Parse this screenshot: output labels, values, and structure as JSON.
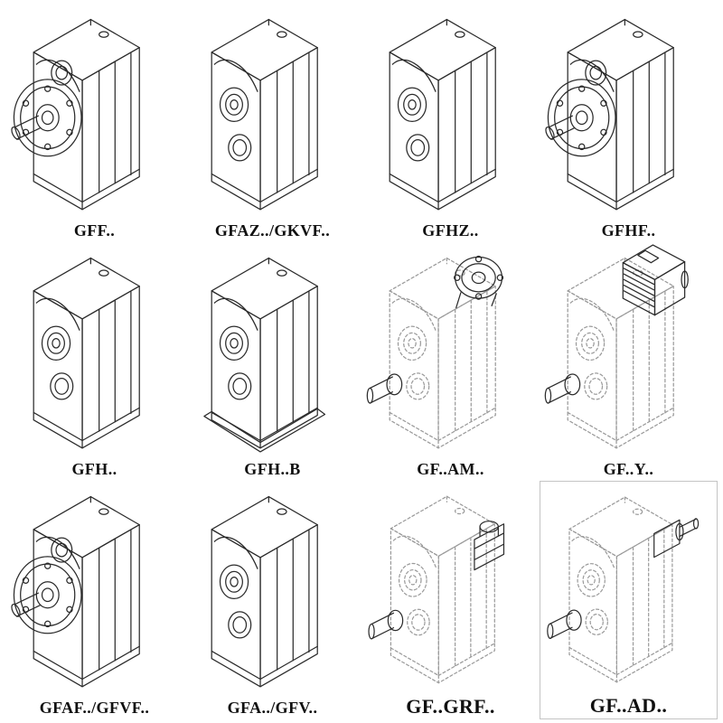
{
  "page": {
    "background": "#ffffff",
    "description": "Catalog sheet of GF-series parallel shaft helical gear reducer mounting variants, isometric line drawings"
  },
  "catalog": {
    "colors": {
      "line": "#2b2b2b",
      "ghost": "#9a9a9a"
    },
    "items": [
      {
        "label": "GFF..",
        "variant": "flange"
      },
      {
        "label": "GFAZ../GKVF..",
        "variant": "bosses"
      },
      {
        "label": "GFHZ..",
        "variant": "bosses"
      },
      {
        "label": "GFHF..",
        "variant": "flange"
      },
      {
        "label": "GFH..",
        "variant": "bosses"
      },
      {
        "label": "GFH..B",
        "variant": "bosses-base"
      },
      {
        "label": "GF..AM..",
        "variant": "adapter-am"
      },
      {
        "label": "GF..Y..",
        "variant": "motor"
      },
      {
        "label": "GFAF../GFVF..",
        "variant": "flange"
      },
      {
        "label": "GFA../GFV..",
        "variant": "bosses"
      },
      {
        "label": "GF..GRF..",
        "variant": "adapter-grf"
      },
      {
        "label": "GF..AD..",
        "variant": "adapter-ad"
      }
    ]
  }
}
